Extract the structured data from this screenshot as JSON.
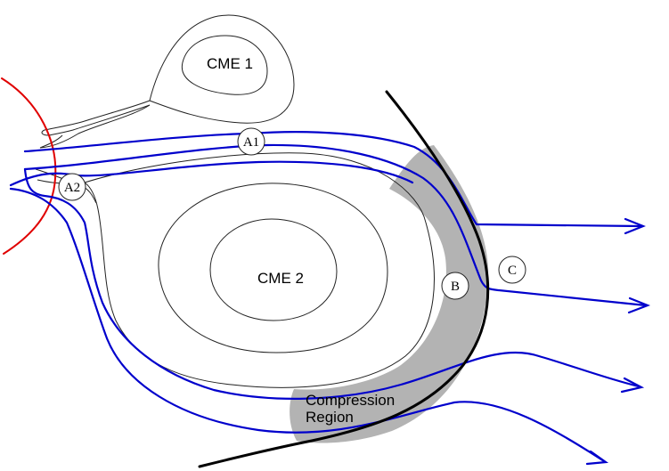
{
  "labels": {
    "cme1": "CME 1",
    "cme2": "CME 2",
    "compression_line1": "Compression",
    "compression_line2": "Region"
  },
  "points": {
    "a1": "A1",
    "a2": "A2",
    "b": "B",
    "c": "C"
  },
  "colors": {
    "field_lines": "#0000cc",
    "shock_front": "#000000",
    "solar_surface": "#e00000",
    "compression_fill": "#b3b3b3",
    "contours": "#222222"
  }
}
